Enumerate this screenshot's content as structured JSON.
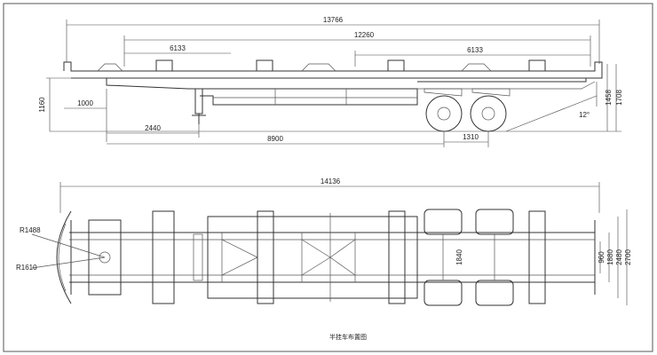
{
  "side_view": {
    "overall_length": "13766",
    "wheelbase_span": "12260",
    "left_segment": "6133",
    "right_segment": "6133",
    "deck_height": "1160",
    "front_overhang": "1000",
    "kingpin_offset": "2440",
    "axle_position": "8900",
    "axle_spacing": "1310",
    "rear_height_a": "1458",
    "rear_height_b": "1708",
    "departure_angle": "12°"
  },
  "top_view": {
    "overall_length": "14136",
    "front_radius_a": "R1488",
    "front_radius_b": "R1610",
    "axle_track": "1840",
    "width_a": "960",
    "width_b": "1880",
    "width_c": "2480",
    "width_d": "2700"
  },
  "caption": "半挂车布置图"
}
